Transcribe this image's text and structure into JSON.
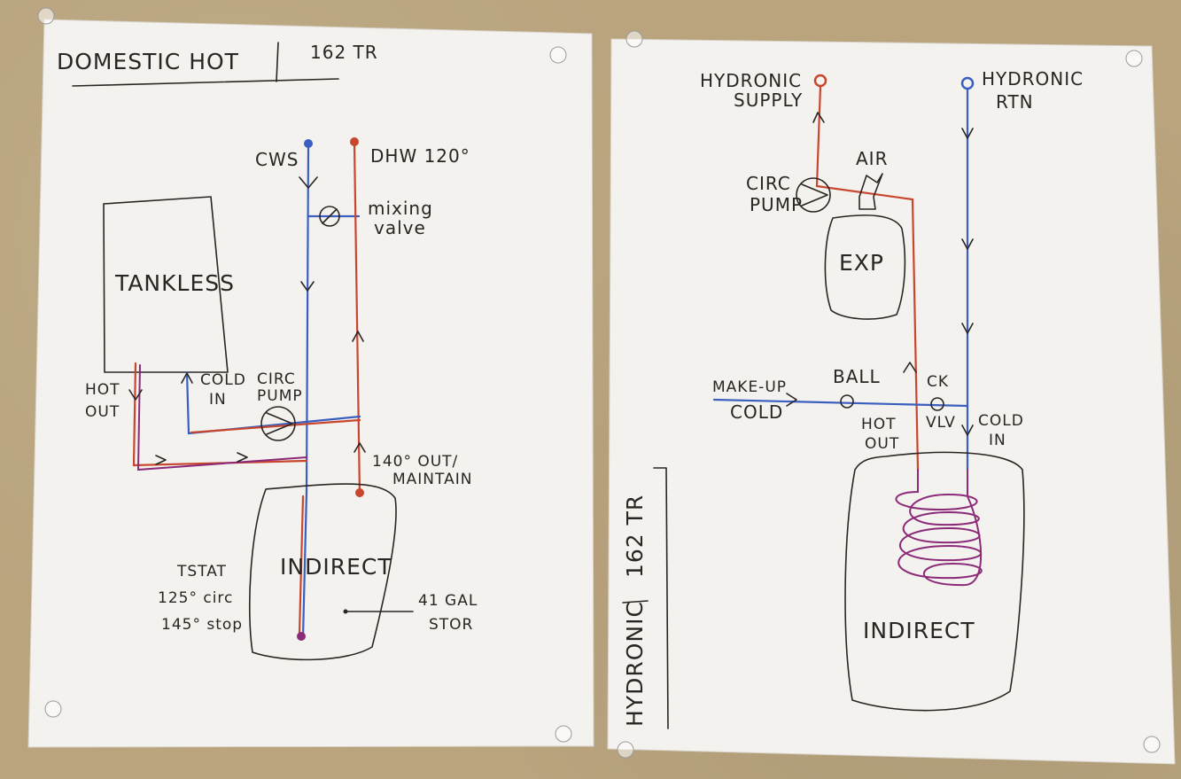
{
  "left_sheet": {
    "title": "DOMESTIC HOT",
    "title_id": "162 TR",
    "tankless": "TANKLESS",
    "cws": "CWS",
    "dhw": "DHW 120°",
    "mixing_valve_line1": "mixing",
    "mixing_valve_line2": "valve",
    "hot_out_line1": "HOT",
    "hot_out_line2": "OUT",
    "cold_in_line1": "COLD",
    "cold_in_line2": "IN",
    "circ_pump_line1": "CIRC",
    "circ_pump_line2": "PUMP",
    "out_maintain_line1": "140° OUT/",
    "out_maintain_line2": "MAINTAIN",
    "indirect": "INDIRECT",
    "tstat_line1": "TSTAT",
    "tstat_line2": "125° circ",
    "tstat_line3": "145° stop",
    "storage_line1": "41 GAL",
    "storage_line2": "STOR"
  },
  "right_sheet": {
    "side_title": "HYDRONIC",
    "side_title_id": "162 TR",
    "hydronic_supply_line1": "HYDRONIC",
    "hydronic_supply_line2": "SUPPLY",
    "hydronic_rtn_line1": "HYDRONIC",
    "hydronic_rtn_line2": "RTN",
    "air": "AIR",
    "circ_pump_line1": "CIRC",
    "circ_pump_line2": "PUMP",
    "exp": "EXP",
    "make_up_line1": "MAKE-UP",
    "make_up_line2": "COLD",
    "ball": "BALL",
    "ck_line1": "CK",
    "ck_line2": "VLV",
    "hot_out_line1": "HOT",
    "hot_out_line2": "OUT",
    "cold_in_line1": "COLD",
    "cold_in_line2": "IN",
    "indirect": "INDIRECT"
  },
  "colors": {
    "cold_pipe": "#3a5fc0",
    "hot_pipe": "#c8462e",
    "coil": "#8c2a7a",
    "ink": "#2a2522",
    "paper": "#f4f2ee"
  }
}
